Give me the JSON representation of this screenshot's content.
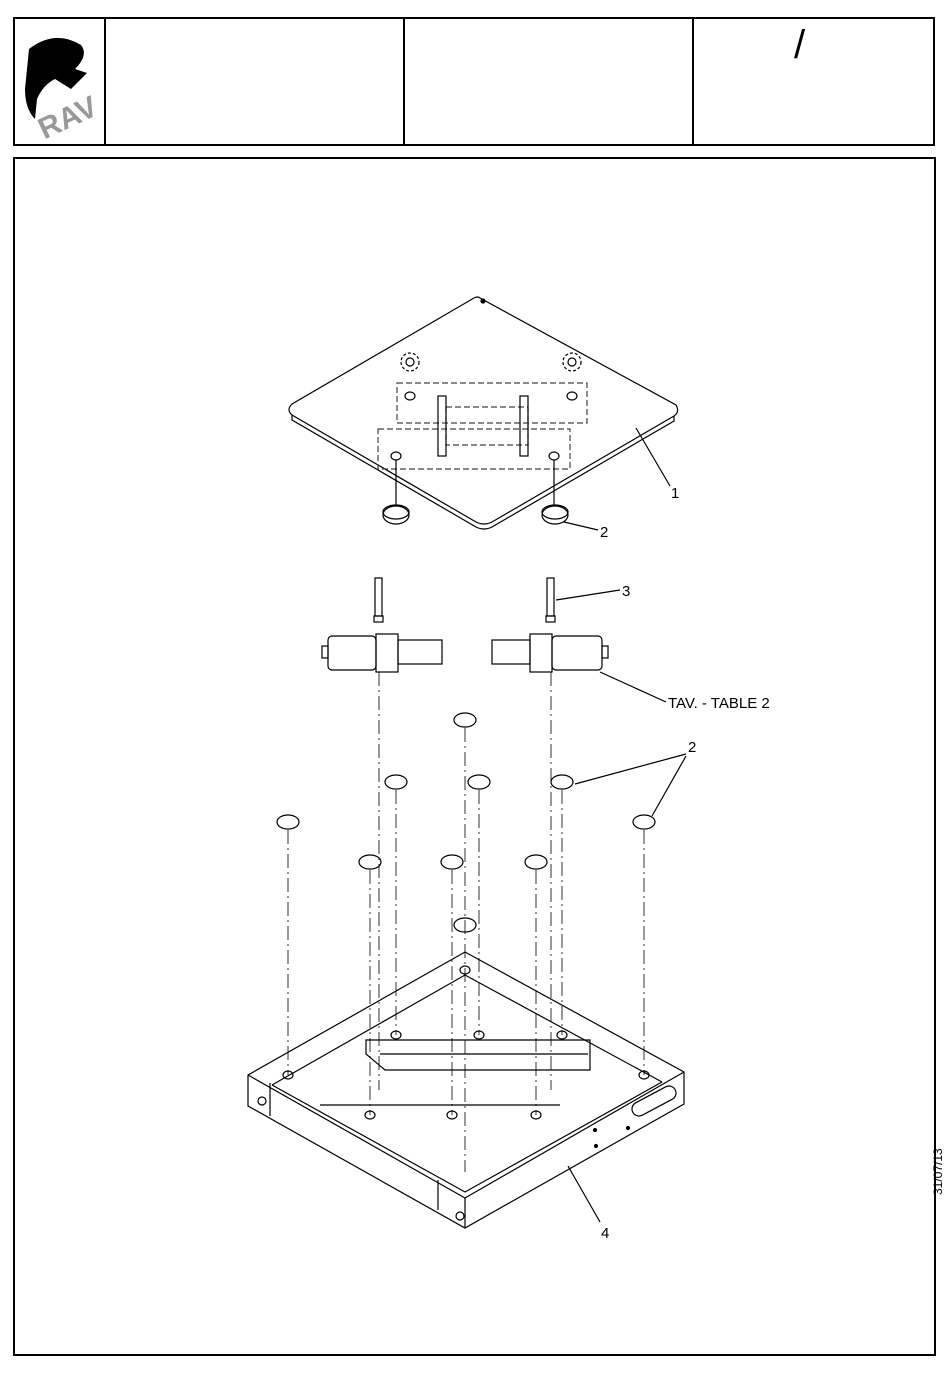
{
  "header": {
    "logo_text": "RAV",
    "revision_mark": "/"
  },
  "callouts": {
    "plate": "1",
    "cap_top": "2",
    "pin": "3",
    "table_ref": "TAV. - TABLE 2",
    "caps_group": "2",
    "base": "4"
  },
  "date_stamp": "31/07/13"
}
